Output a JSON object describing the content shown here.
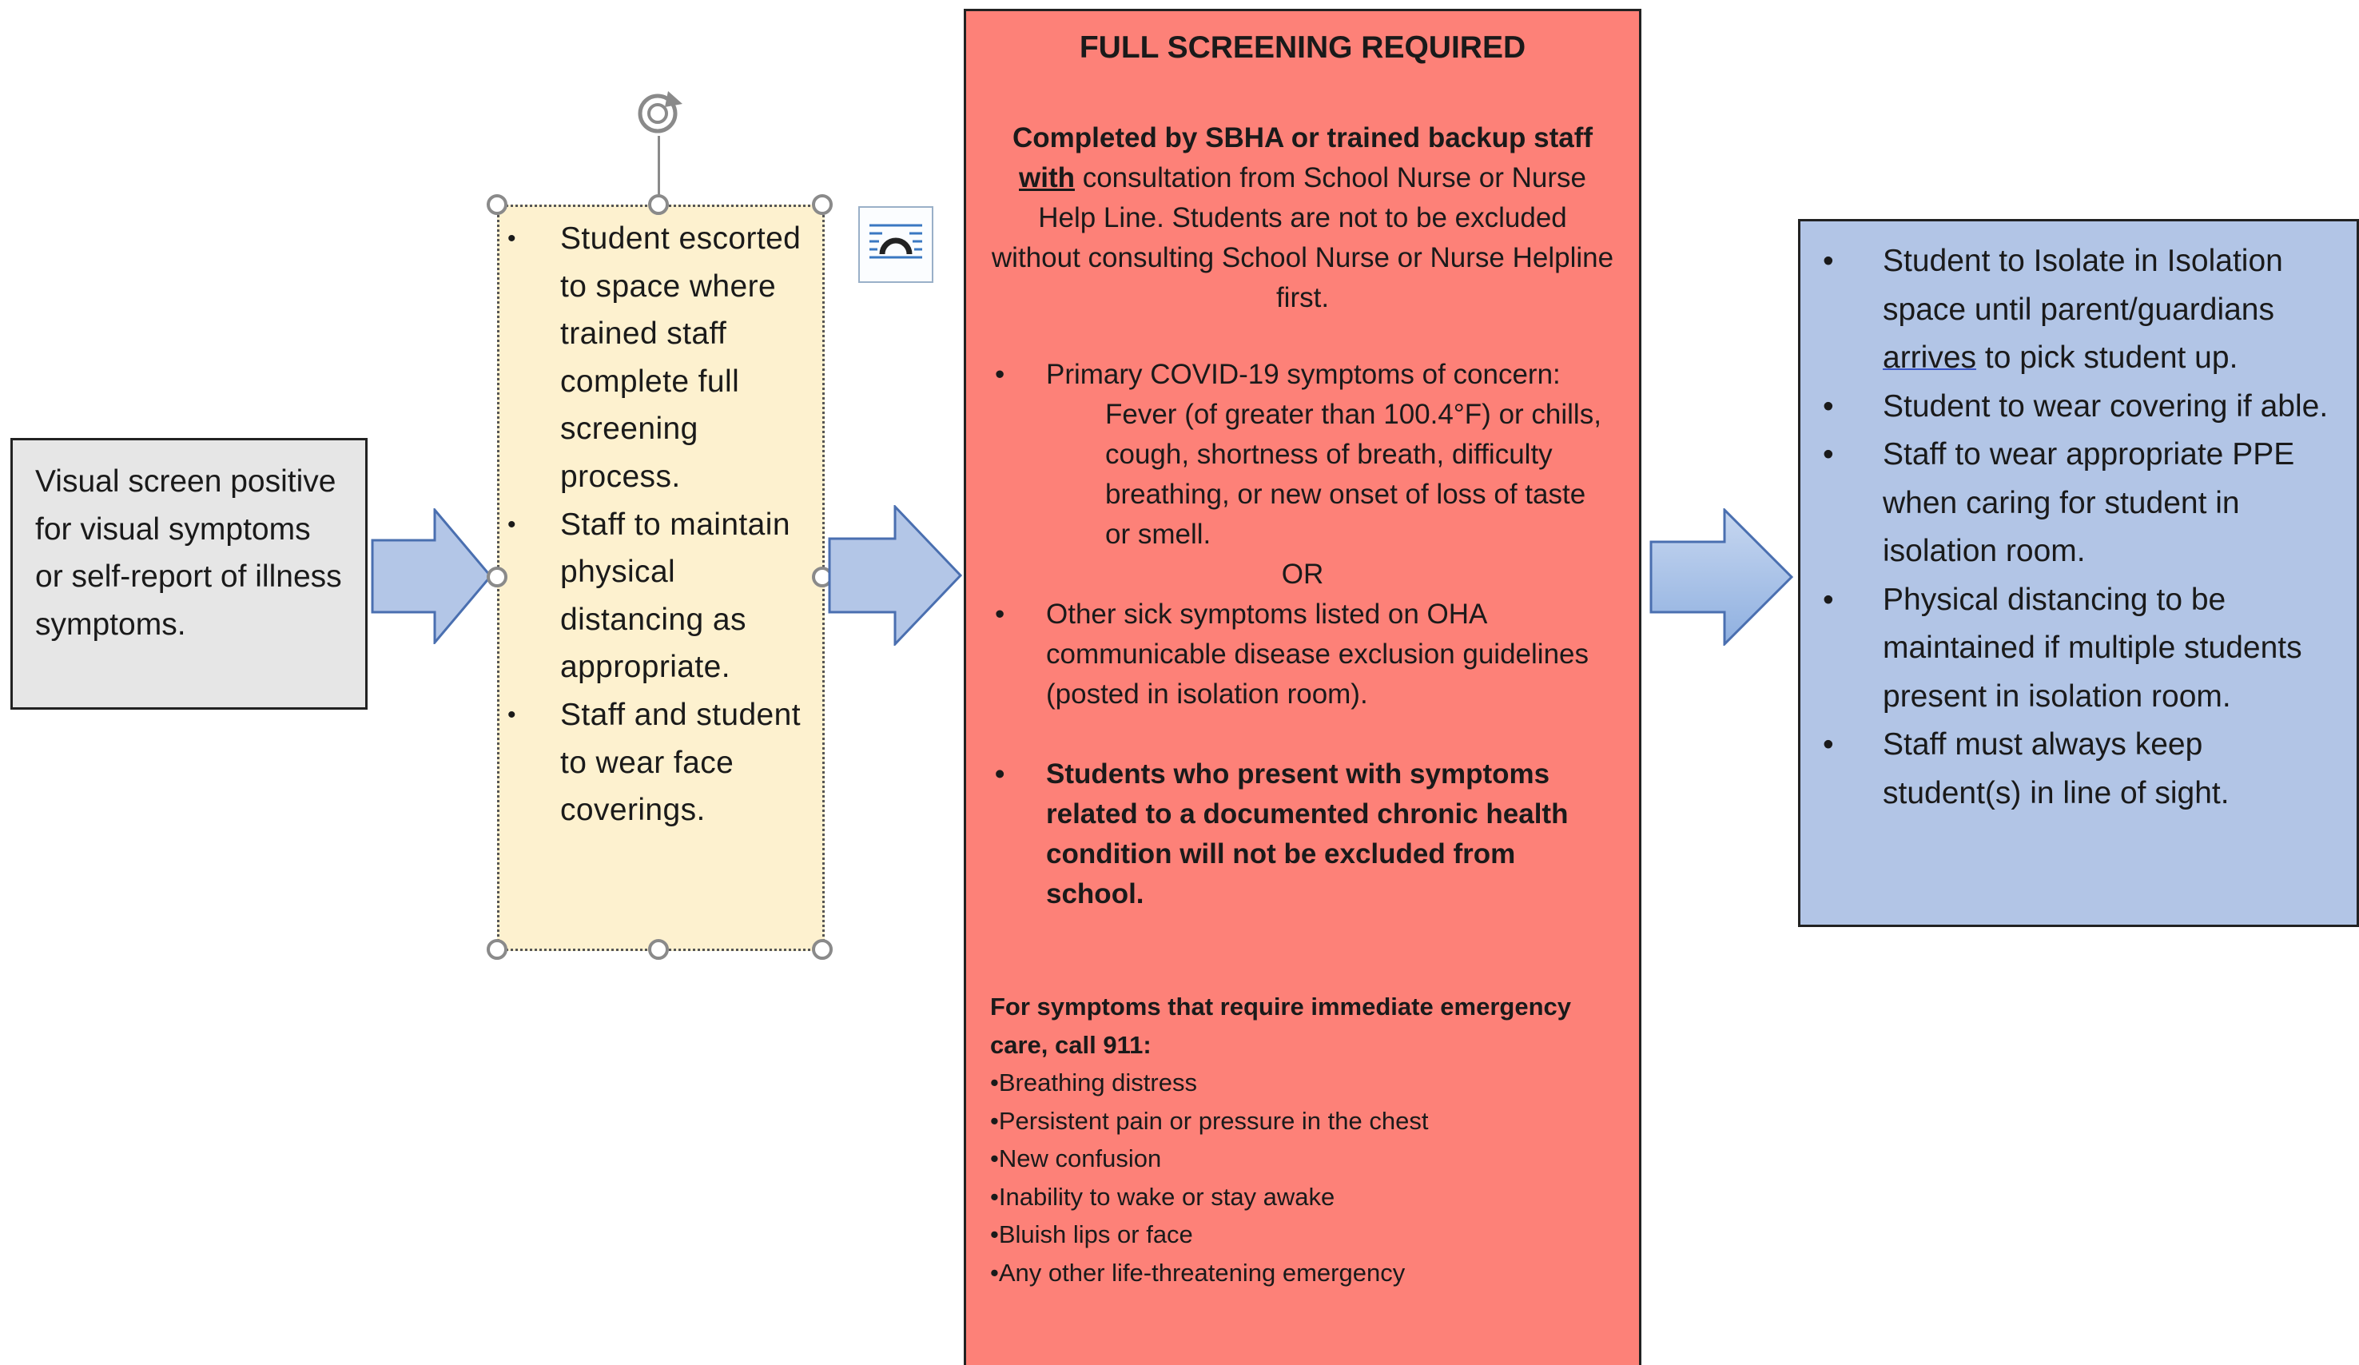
{
  "step1": {
    "text": "Visual screen positive for visual symptoms or self-report of illness symptoms."
  },
  "step2": {
    "items": [
      "Student escorted to space where trained staff complete full screening process.",
      "Staff to maintain physical distancing as appropriate.",
      "Staff and student to wear face coverings."
    ]
  },
  "step3": {
    "title": "FULL SCREENING REQUIRED",
    "intro_a": "Completed by SBHA or trained backup staff ",
    "intro_with": "with",
    "intro_b": " consultation from School Nurse or Nurse Help Line. Students are not to be excluded without consulting School Nurse or Nurse Helpline first.",
    "item1_head": "Primary COVID-19 symptoms of concern:",
    "item1_detail": "Fever (of greater than 100.4°F) or chills, cough, shortness of breath, difficulty breathing, or new onset of loss of taste or smell.",
    "or": "OR",
    "item2": "Other sick symptoms listed on OHA communicable disease exclusion guidelines (posted in isolation room).",
    "item3": "Students who present with symptoms related to a documented chronic health condition will not be excluded from school.",
    "emergency_head": "For symptoms that require immediate emergency care, call 911:",
    "emergency_items": [
      "•Breathing distress",
      "•Persistent pain or pressure in the chest",
      "•New confusion",
      "•Inability to wake or stay awake",
      "•Bluish lips or face",
      "•Any other life-threatening emergency"
    ]
  },
  "step4": {
    "item1_a": "Student to Isolate in Isolation space until parent/guardians ",
    "item1_word": "arrives",
    "item1_b": " to pick student up.",
    "items": [
      "Student to wear covering if able.",
      "Staff to wear appropriate PPE when caring for student in isolation room.",
      "Physical distancing to be maintained if multiple students present in isolation room.",
      "Staff must always keep student(s) in line of sight."
    ]
  },
  "icons": {
    "bullet": "•",
    "rotate": "rotate-handle-icon",
    "layout": "layout-options-icon",
    "arrow": "right-block-arrow-icon"
  },
  "colors": {
    "step1_fill": "#e6e6e6",
    "step2_fill": "#fdf1cf",
    "step3_fill": "#fd8178",
    "step4_fill": "#b2c5e6",
    "arrow_fill": "#b3c6e7",
    "arrow_stroke": "#4a6fb0"
  }
}
